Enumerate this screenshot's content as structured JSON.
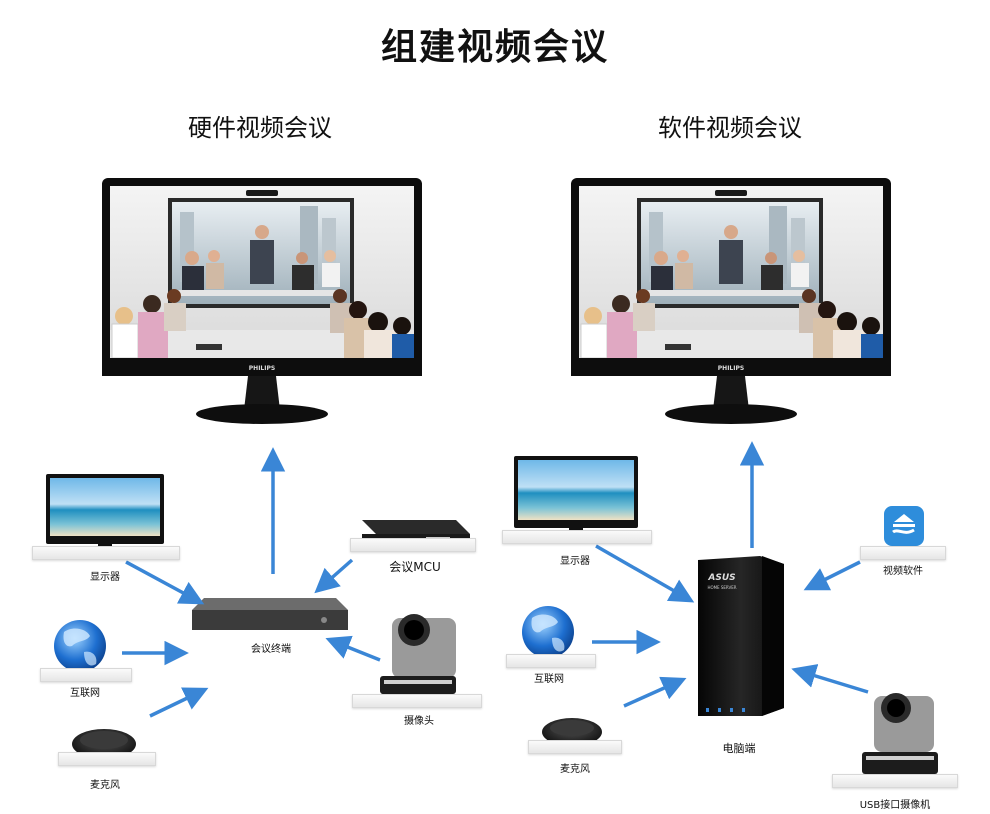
{
  "title": "组建视频会议",
  "sections": [
    {
      "heading": "硬件视频会议",
      "brand": "PHILIPS",
      "devices": {
        "display": "显示器",
        "mcu": "会议MCU",
        "terminal": "会议终端",
        "internet": "互联网",
        "camera": "摄像头",
        "microphone": "麦克风"
      }
    },
    {
      "heading": "软件视频会议",
      "brand": "PHILIPS",
      "devices": {
        "display": "显示器",
        "software": "视频软件",
        "pc": "电脑端",
        "pc_brand": "ASUS",
        "pc_model": "HOME SERVER",
        "internet": "互联网",
        "microphone": "麦克风",
        "camera": "USB接口摄像机"
      }
    }
  ],
  "colors": {
    "arrow": "#3a86d6",
    "monitor": "#111111",
    "screen_sky": "#bfe0f5",
    "sea": "#1f8fc0"
  }
}
